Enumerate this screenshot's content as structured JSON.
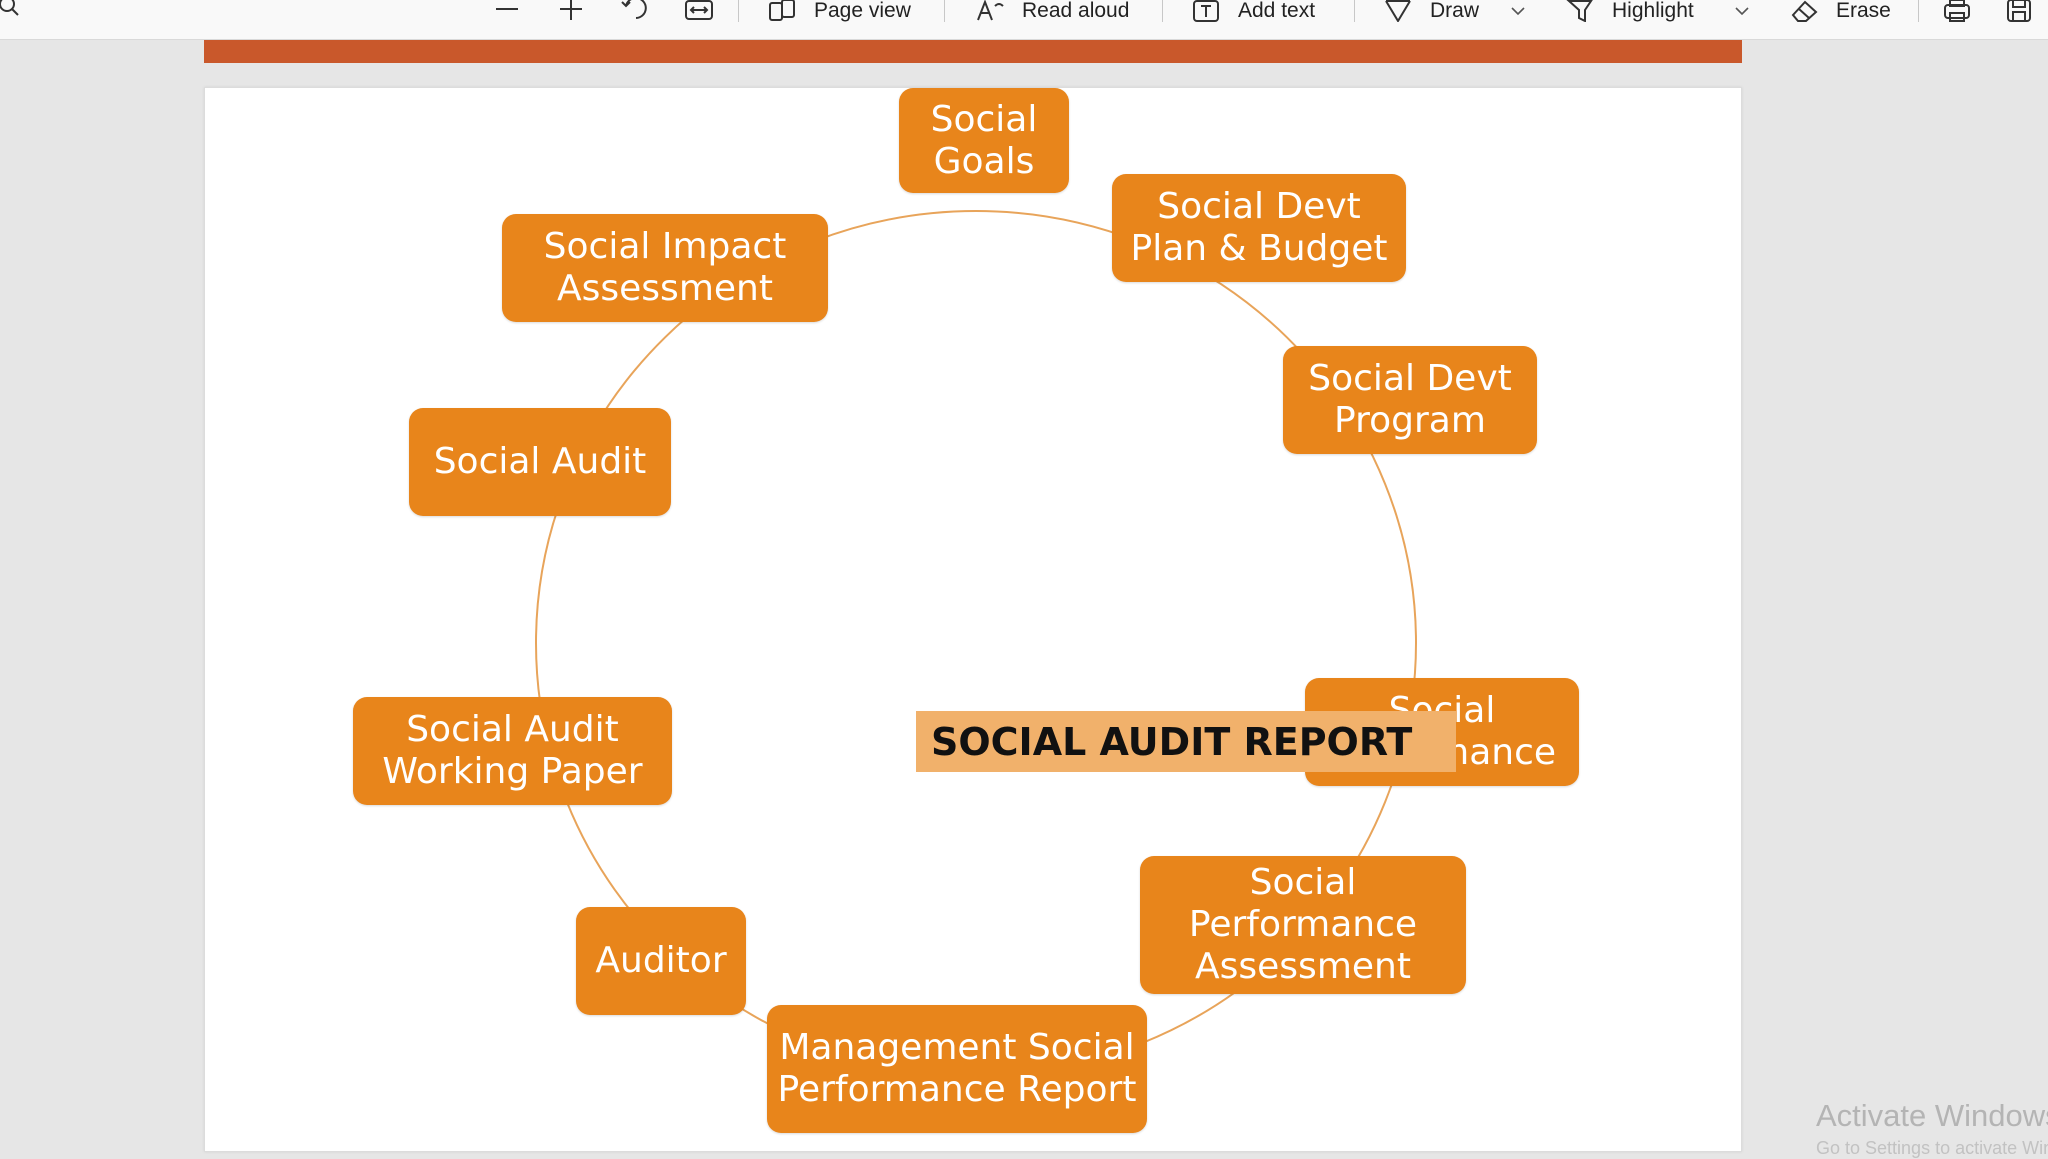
{
  "toolbar": {
    "search_icon": "search-icon",
    "zoom_out_icon": "minus-icon",
    "zoom_in_icon": "plus-icon",
    "rotate_icon": "rotate-icon",
    "fit_icon": "fit-width-icon",
    "page_view": "Page view",
    "read_aloud": "Read aloud",
    "add_text": "Add text",
    "draw": "Draw",
    "highlight": "Highlight",
    "erase": "Erase",
    "print_icon": "print-icon",
    "save_icon": "save-icon"
  },
  "slide": {
    "center_title": "SOCIAL AUDIT REPORT",
    "nodes": [
      "Social\nGoals",
      "Social Devt\nPlan & Budget",
      "Social Devt\nProgram",
      "Social\nPerformance",
      "Social\nPerformance\nAssessment",
      "Management Social\nPerformance Report",
      "Auditor",
      "Social Audit\nWorking Paper",
      "Social Audit",
      "Social Impact\nAssessment"
    ],
    "node_color": "#e8851b",
    "title_bg": "#f1b16b",
    "connector_color": "#e8a45a",
    "accent_color": "#c9582b"
  },
  "watermark": {
    "line1": "Activate Windows",
    "line2": "Go to Settings to activate Windows."
  }
}
